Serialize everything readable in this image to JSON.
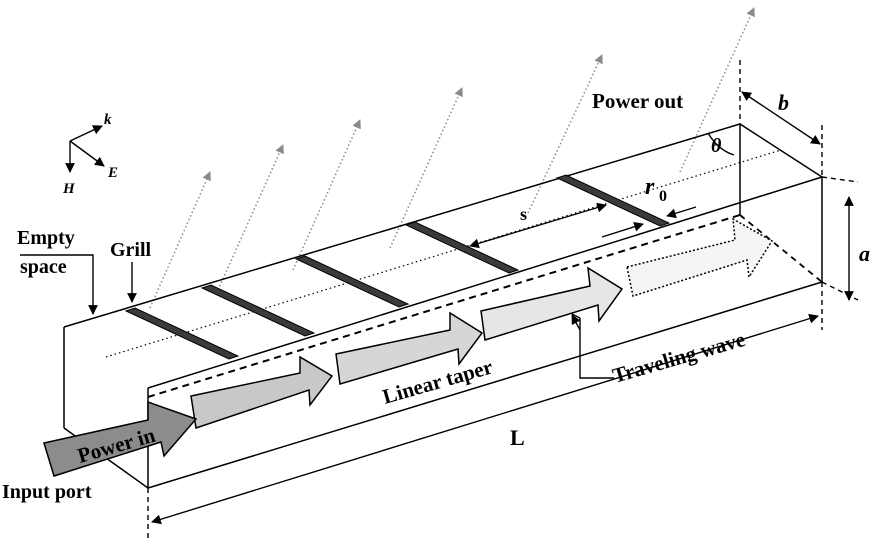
{
  "labels": {
    "power_out": "Power out",
    "b": "b",
    "theta": "θ",
    "r0_main": "r",
    "r0_sub": "0",
    "s": "s",
    "a": "a",
    "empty_space_line1": "Empty",
    "empty_space_line2": "space",
    "grill": "Grill",
    "linear_taper": "Linear taper",
    "traveling_wave": "Traveling wave",
    "L": "L",
    "power_in": "Power in",
    "input_port": "Input port",
    "axis_k": "k",
    "axis_H": "H",
    "axis_E": "E"
  },
  "colors": {
    "line": "#000000",
    "grill_fill": "#3a3a3a",
    "ray": "#8a8a8a",
    "power_in_fill": "#8c8c8c",
    "arrow_fills": [
      "#c8c8c8",
      "#d6d6d6",
      "#e6e6e6",
      "#f5f5f5"
    ]
  },
  "icons": {
    "axes": "coordinate-axes-icon",
    "rays": "dotted-ray-arrow-icon"
  }
}
